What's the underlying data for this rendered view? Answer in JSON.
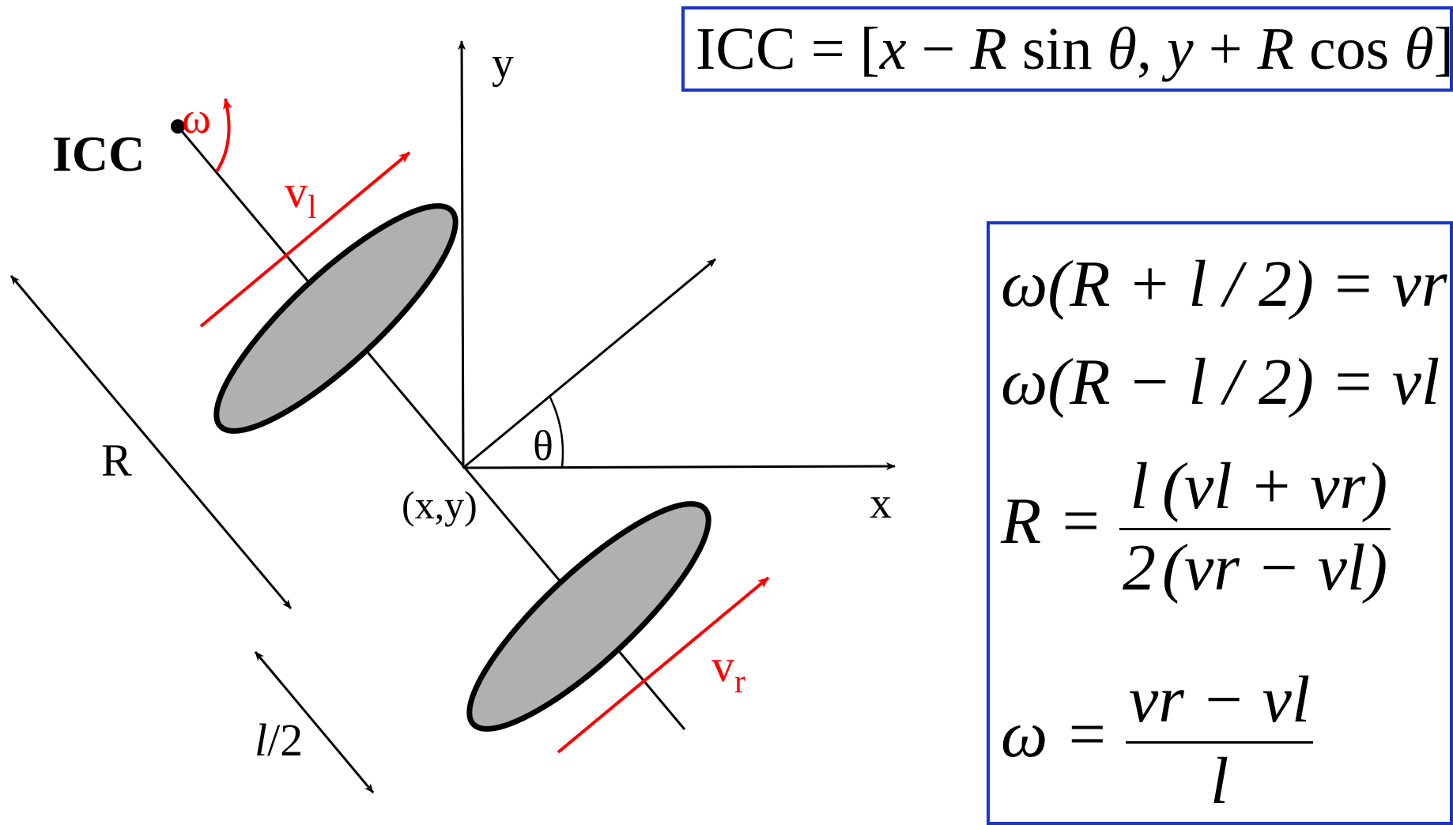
{
  "colors": {
    "frame_blue": "#1a35c8",
    "arrow_red": "#ff0000",
    "wheel_gray": "#b0b0b0"
  },
  "diagram": {
    "icc_label": "ICC",
    "omega_label": "ω",
    "v_l": "v",
    "v_l_sub": "l",
    "v_r": "v",
    "v_r_sub": "r",
    "y_label": "y",
    "x_label": "x",
    "theta_label": "θ",
    "xy_label": "(x,y)",
    "r_label": "R",
    "half_l_label_l": "l",
    "half_l_label_rest": "/2"
  },
  "icc_equation": {
    "lhs": "ICC",
    "eq": " = [",
    "x": "x",
    "minus": " − ",
    "R1": "R",
    "sin": " sin ",
    "theta1": "θ",
    "comma": ", ",
    "y": "y",
    "plus": " + ",
    "R2": "R",
    "cos": " cos ",
    "theta2": "θ",
    "close": "]"
  },
  "equations": {
    "eq1": "ω(R + l / 2) = vr",
    "eq2": "ω(R − l / 2) = vl",
    "eq3": {
      "lhs": "R = ",
      "frac1_num": "l",
      "frac1_den": "2",
      "frac2_num": "(vl + vr)",
      "frac2_den": "(vr − vl)"
    },
    "eq4": {
      "lhs": "ω = ",
      "num": "vr − vl",
      "den": "l"
    }
  }
}
